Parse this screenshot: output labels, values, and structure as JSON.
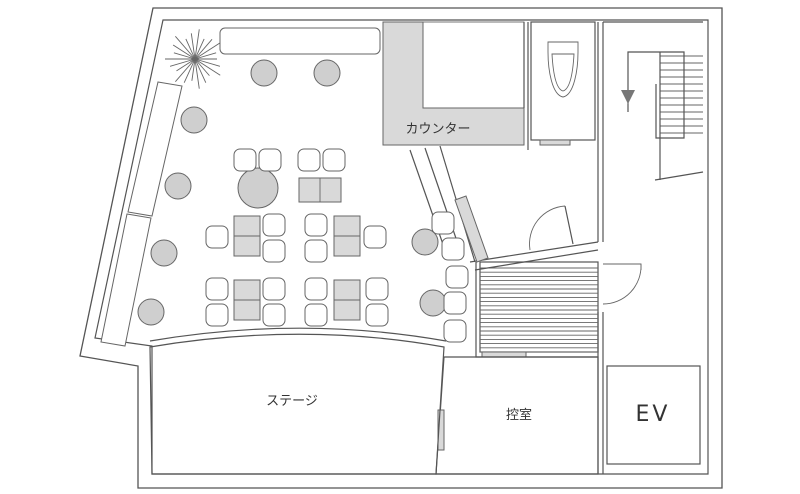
{
  "labels": {
    "counter": "カウンター",
    "stage": "ステージ",
    "green_room": "控室",
    "elevator": "EV"
  },
  "icons": {
    "plant": "plant-icon",
    "stairs_arrow": "arrow-down-icon"
  },
  "colors": {
    "wall": "#555555",
    "fill_gray": "#d9d9d9",
    "round_gray": "#cfcfcf",
    "text": "#333333"
  }
}
